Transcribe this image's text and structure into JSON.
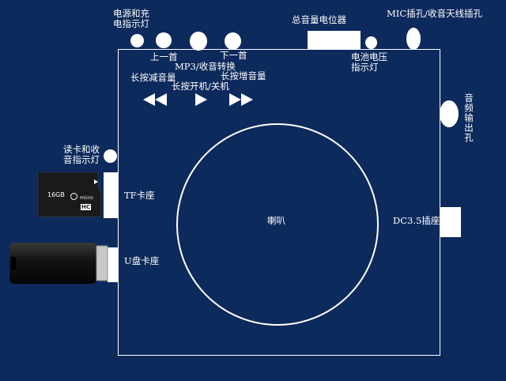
{
  "labels": {
    "power_indicator": [
      "电源和充",
      "电指示灯"
    ],
    "prev_track": "上一首",
    "next_track": "下一首",
    "mode_switch": "MP3/收音转换",
    "vol_down": "长按减音量",
    "power_onoff": "长按开机/关机",
    "vol_up": "长按增音量",
    "master_volume": "总音量电位器",
    "battery_indicator": [
      "电池电压",
      "指示灯"
    ],
    "mic_jack": "MIC插孔/收音天线插孔",
    "audio_out": "音频输出孔",
    "card_indicator": [
      "读卡和收",
      "音指示灯"
    ],
    "tf_slot": "TF卡座",
    "usb_slot": "U盘卡座",
    "dc_jack": "DC3.5插座",
    "speaker": "喇叭"
  },
  "sd_card": {
    "capacity": "16GB",
    "brand_mark": "micro",
    "class": "HC"
  },
  "colors": {
    "background": "#0d2a5c",
    "line": "#ffffff",
    "card": "#1a1a1a"
  }
}
